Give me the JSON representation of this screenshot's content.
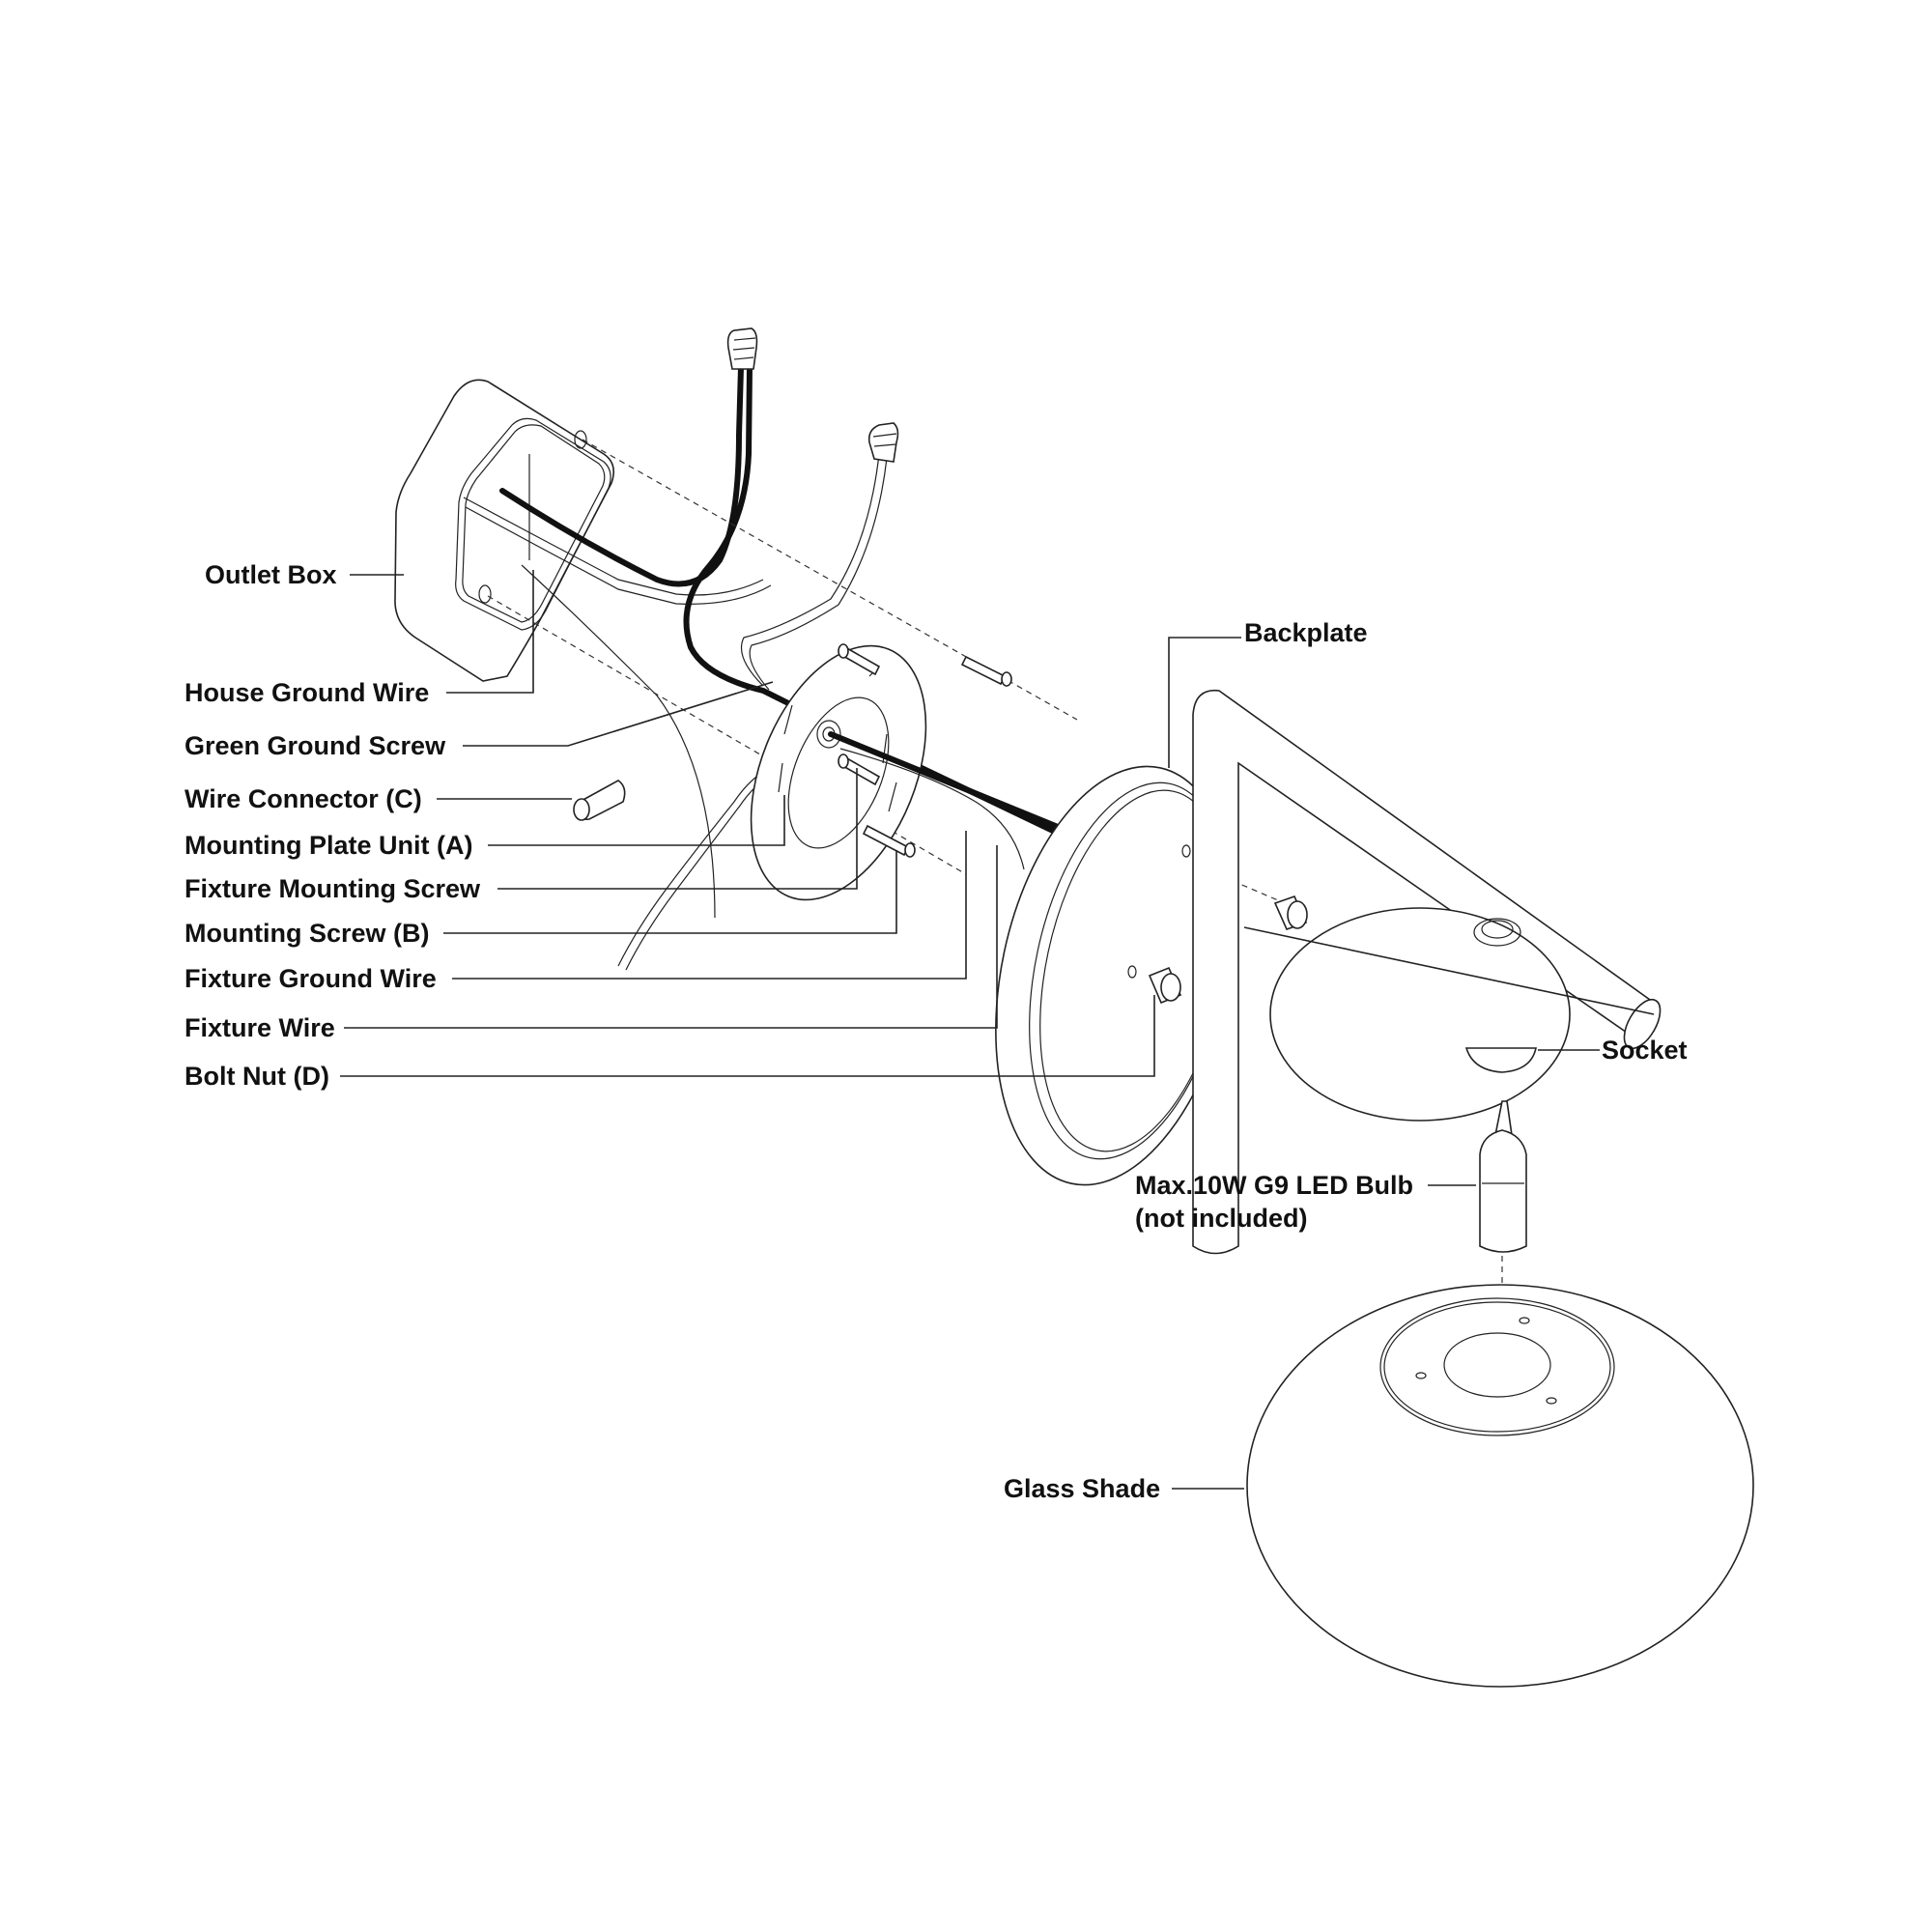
{
  "diagram": {
    "labels": {
      "outlet_box": "Outlet Box",
      "house_ground_wire": "House Ground Wire",
      "green_ground_screw": "Green Ground Screw",
      "wire_connector": "Wire Connector (C)",
      "mounting_plate_unit": "Mounting Plate Unit (A)",
      "fixture_mounting_screw": "Fixture Mounting Screw",
      "mounting_screw": "Mounting Screw (B)",
      "fixture_ground_wire": "Fixture Ground Wire",
      "fixture_wire": "Fixture Wire",
      "bolt_nut": "Bolt Nut (D)",
      "backplate": "Backplate",
      "socket": "Socket",
      "bulb_line1": "Max.10W G9 LED Bulb",
      "bulb_line2": "(not included)",
      "glass_shade": "Glass Shade"
    },
    "colors": {
      "line": "#222222",
      "wire_black": "#111111",
      "background": "#ffffff"
    }
  }
}
